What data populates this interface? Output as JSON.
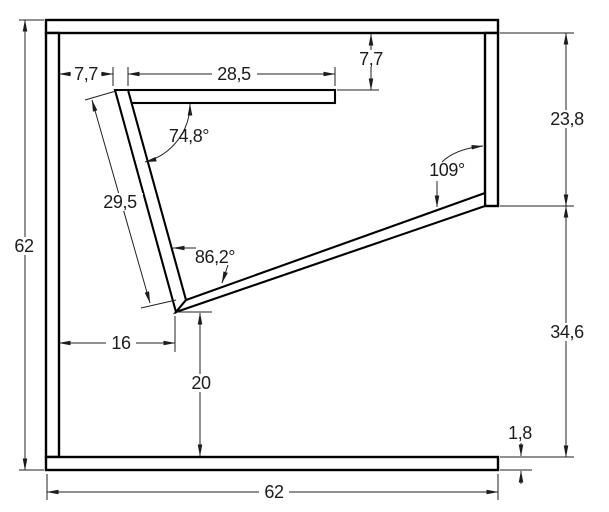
{
  "drawing": {
    "description": "Dimensioned CAD cross-section drawing of a box enclosure with internal angled panels",
    "colors": {
      "background": "#ffffff",
      "outline": "#000000",
      "dimension_lines": "#222222",
      "text": "#1c1c1c"
    },
    "dims": {
      "height_total": "62",
      "width_total": "62",
      "panel_top_offset": "7,7",
      "shelf_length": "28,5",
      "shelf_top_gap": "7,7",
      "right_wall_length": "23,8",
      "opening_height": "34,6",
      "wall_thickness": "1,8",
      "vertex_from_wall": "16",
      "vertex_height": "20",
      "panel_length": "29,5"
    },
    "angles": {
      "shelf_to_panel": "74,8°",
      "vertex_angle": "86,2°",
      "wall_to_deflector": "109°"
    }
  }
}
